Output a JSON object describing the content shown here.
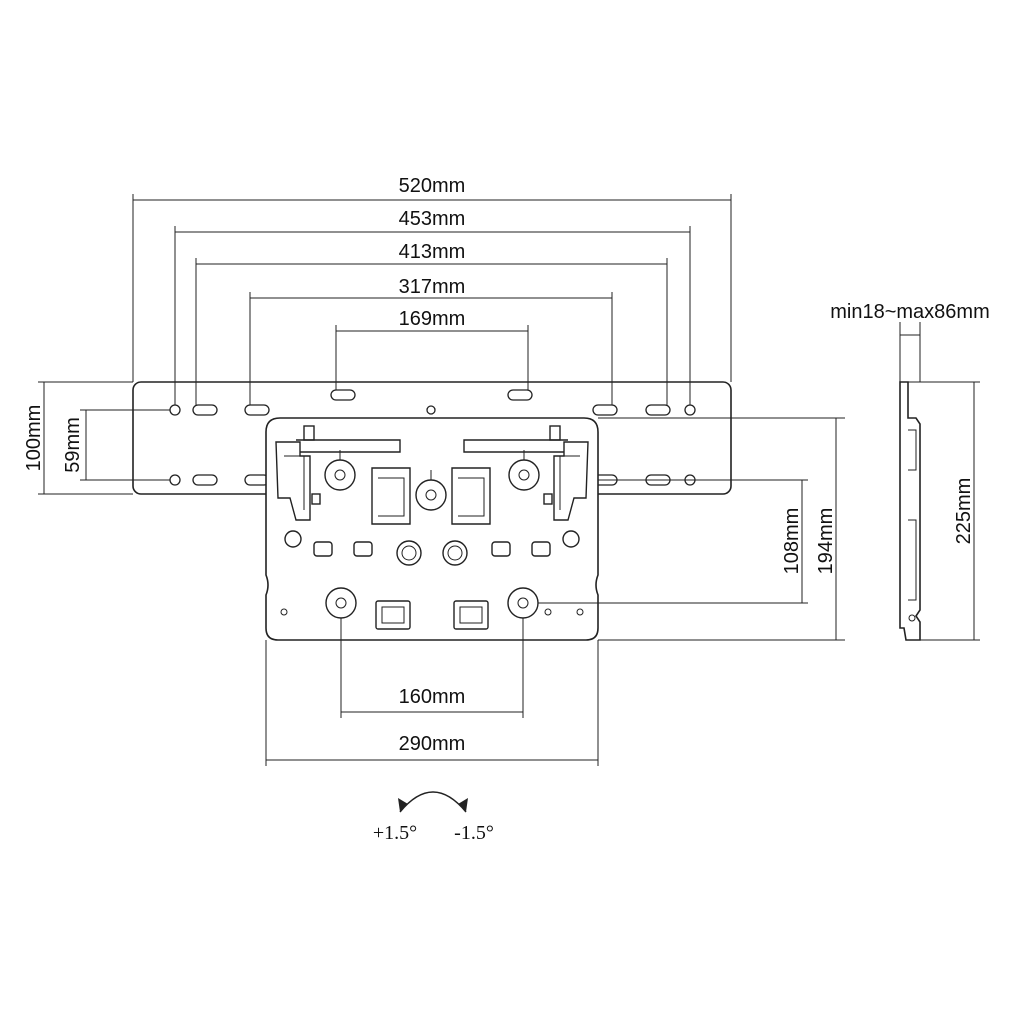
{
  "dimensions": {
    "w520": "520mm",
    "w453": "453mm",
    "w413": "413mm",
    "w317": "317mm",
    "w169": "169mm",
    "h100": "100mm",
    "h59": "59mm",
    "h108": "108mm",
    "h194": "194mm",
    "w160": "160mm",
    "w290": "290mm",
    "h225": "225mm",
    "depth": "min18~max86mm"
  },
  "tilt": {
    "plus": "+1.5°",
    "minus": "-1.5°"
  }
}
